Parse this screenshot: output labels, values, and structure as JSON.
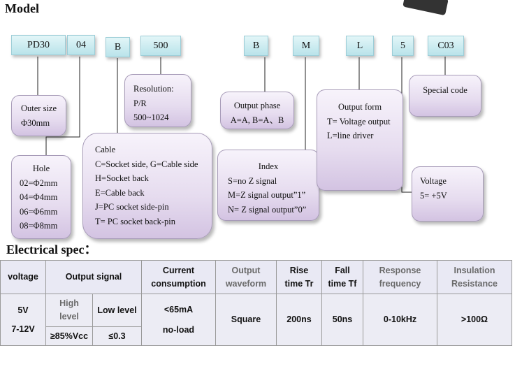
{
  "headings": {
    "model": "Model",
    "electrical": "Electrical spec："
  },
  "codes": {
    "pd30": "PD30",
    "hole_code": "04",
    "cable_code": "B",
    "resolution_code": "500",
    "phase_code": "B",
    "index_code": "M",
    "form_code": "L",
    "voltage_code": "5",
    "special_code": "C03"
  },
  "outer_size": {
    "title": "Outer size",
    "value": "Φ30mm"
  },
  "hole": {
    "title": "Hole",
    "options": [
      "02=Φ2mm",
      "04=Φ4mm",
      "06=Φ6mm",
      "08=Φ8mm"
    ]
  },
  "cable": {
    "title": "Cable",
    "options": [
      "C=Socket side, G=Cable side",
      "H=Socket back",
      "E=Cable back",
      "J=PC socket side-pin",
      "T= PC socket back-pin"
    ]
  },
  "resolution": {
    "title": "Resolution:",
    "unit": "P/R",
    "range": "500~1024"
  },
  "output_phase": {
    "title": "Output phase",
    "options": "A=A, B=A、B"
  },
  "index": {
    "title": "Index",
    "options": [
      "S=no Z signal",
      "M=Z signal output”1”",
      "N= Z signal output”0”"
    ]
  },
  "output_form": {
    "title": "Output form",
    "options": [
      "T= Voltage output",
      "L=line driver"
    ]
  },
  "voltage": {
    "title": "Voltage",
    "value": "5= +5V"
  },
  "special": {
    "title": "Special code"
  },
  "spec_table": {
    "headers": {
      "voltage": "voltage",
      "output_signal": "Output signal",
      "current": [
        "Current",
        "consumption"
      ],
      "waveform": [
        "Output",
        "waveform"
      ],
      "rise": [
        "Rise",
        "time Tr"
      ],
      "fall": [
        "Fall",
        "time Tf"
      ],
      "response": [
        "Response",
        "frequency"
      ],
      "insulation": [
        "Insulation",
        "Resistance"
      ]
    },
    "values": {
      "voltage": [
        "5V",
        "7-12V"
      ],
      "high_level": [
        "High",
        "level"
      ],
      "high_value": "≥85%Vcc",
      "low_level": "Low level",
      "low_value": "≤0.3",
      "current": [
        "<65mA",
        "no-load"
      ],
      "waveform": "Square",
      "rise": "200ns",
      "fall": "50ns",
      "response": "0-10kHz",
      "insulation": ">100Ω"
    }
  }
}
